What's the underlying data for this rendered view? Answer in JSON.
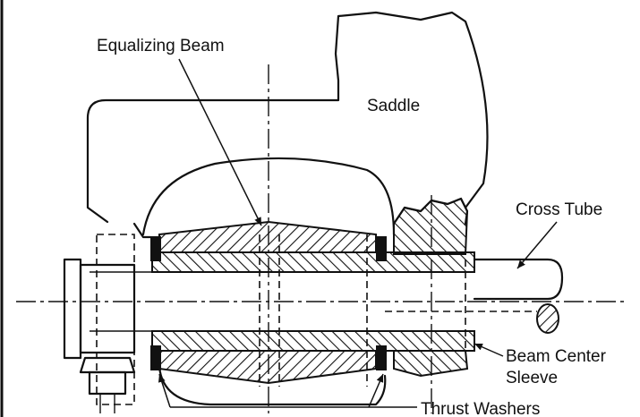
{
  "labels": {
    "equalizing_beam": "Equalizing Beam",
    "saddle": "Saddle",
    "cross_tube": "Cross Tube",
    "beam_center_sleeve_line1": "Beam Center",
    "beam_center_sleeve_line2": "Sleeve",
    "thrust_washers": "Thrust Washers"
  },
  "colors": {
    "ink": "#111111",
    "paper": "#ffffff"
  }
}
